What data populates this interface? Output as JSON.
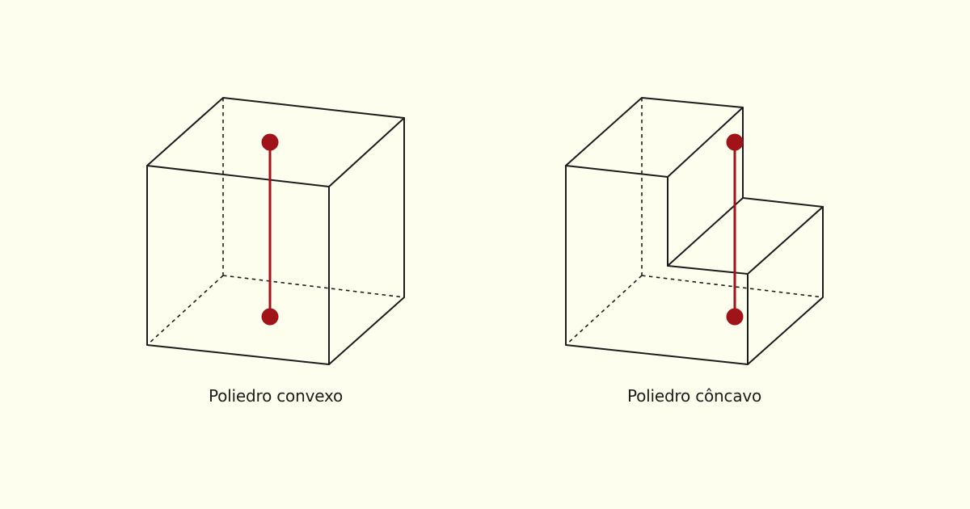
{
  "figures": [
    {
      "id": "convex",
      "label": "Poliedro convexo"
    },
    {
      "id": "concave",
      "label": "Poliedro côncavo"
    }
  ],
  "colors": {
    "background": "#FDFEEE",
    "edge": "#1c1c1c",
    "segment": "#A01419"
  }
}
